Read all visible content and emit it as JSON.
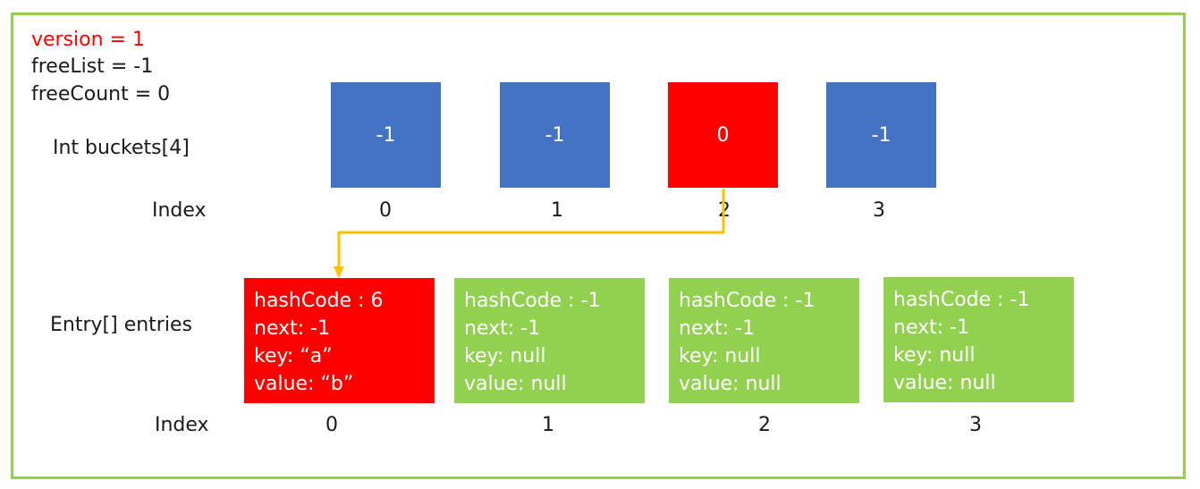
{
  "state": {
    "version_line": "version = 1",
    "freelist_line": "freeList = -1",
    "freecount_line": "freeCount = 0"
  },
  "labels": {
    "buckets": "Int buckets[4]",
    "bucket_index": "Index",
    "entries": "Entry[] entries",
    "entry_index": "Index"
  },
  "colors": {
    "bucket_default": "#4472c4",
    "highlight": "#ff0000",
    "entry_default": "#92d050",
    "arrow": "#ffc000",
    "frame": "#92d050"
  },
  "buckets": [
    {
      "value": "-1",
      "index": "0",
      "highlighted": false
    },
    {
      "value": "-1",
      "index": "1",
      "highlighted": false
    },
    {
      "value": "0",
      "index": "2",
      "highlighted": true
    },
    {
      "value": "-1",
      "index": "3",
      "highlighted": false
    }
  ],
  "entries": [
    {
      "hashCode": "hashCode : 6",
      "next": "next: -1",
      "key": "key: “a”",
      "value": "value: “b”",
      "index": "0",
      "highlighted": true
    },
    {
      "hashCode": "hashCode : -1",
      "next": "next: -1",
      "key": "key: null",
      "value": "value: null",
      "index": "1",
      "highlighted": false
    },
    {
      "hashCode": "hashCode : -1",
      "next": "next: -1",
      "key": "key: null",
      "value": "value: null",
      "index": "2",
      "highlighted": false
    },
    {
      "hashCode": "hashCode : -1",
      "next": "next: -1",
      "key": "key: null",
      "value": "value: null",
      "index": "3",
      "highlighted": false
    }
  ]
}
